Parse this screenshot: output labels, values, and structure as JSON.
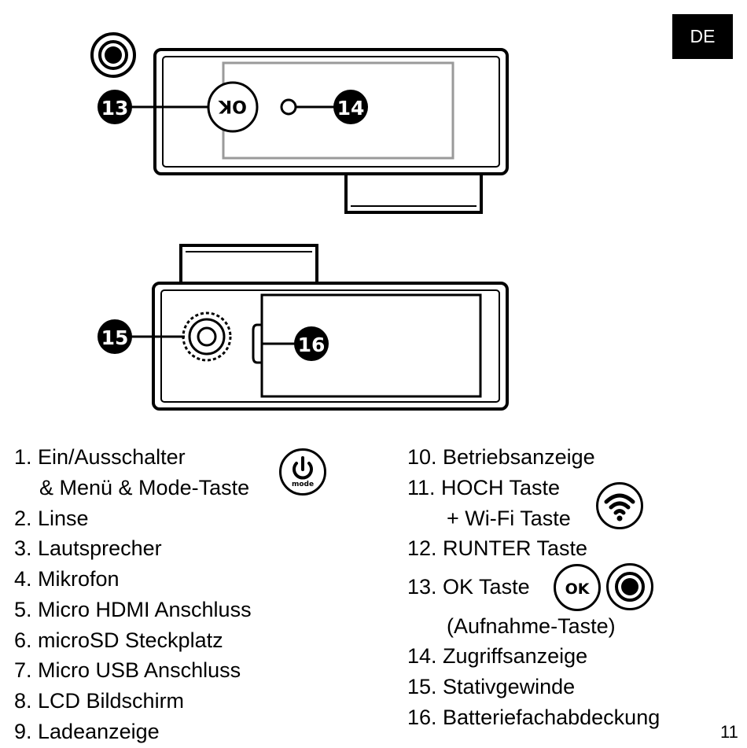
{
  "lang_badge": "DE",
  "page_number": "11",
  "diagram": {
    "callouts": [
      "13",
      "14",
      "15",
      "16"
    ],
    "ok_button_label": "OK",
    "power_icon_label": "mode",
    "ok_icon_label": "OK"
  },
  "legend": {
    "left": [
      {
        "line1": "1. Ein/Ausschalter",
        "line2": "& Menü & Mode-Taste",
        "icon": "power-mode-icon"
      },
      {
        "line1": "2. Linse"
      },
      {
        "line1": "3. Lautsprecher"
      },
      {
        "line1": "4. Mikrofon"
      },
      {
        "line1": "5. Micro HDMI Anschluss"
      },
      {
        "line1": "6. microSD Steckplatz"
      },
      {
        "line1": "7. Micro USB Anschluss"
      },
      {
        "line1": "8. LCD Bildschirm"
      },
      {
        "line1": "9. Ladeanzeige"
      }
    ],
    "right": [
      {
        "line1": "10. Betriebsanzeige"
      },
      {
        "line1": "11. HOCH Taste",
        "line2": "+ Wi-Fi Taste",
        "icon": "wifi-icon"
      },
      {
        "line1": "12. RUNTER Taste"
      },
      {
        "line1": "13. OK Taste",
        "line2": "(Aufnahme-Taste)",
        "icon": "ok-icon"
      },
      {
        "line1": "14. Zugriffsanzeige"
      },
      {
        "line1": "15. Stativgewinde"
      },
      {
        "line1": "16. Batteriefachabdeckung"
      }
    ]
  }
}
